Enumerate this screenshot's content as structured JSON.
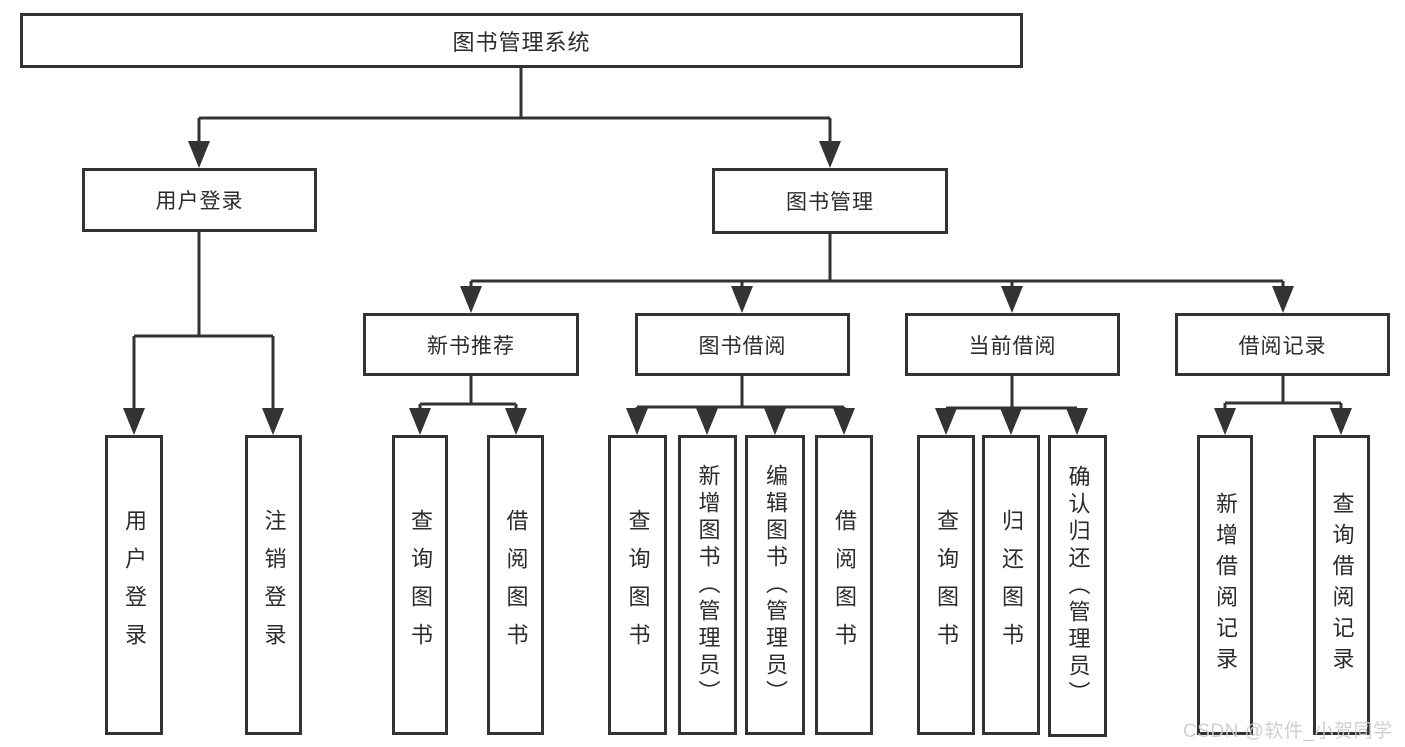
{
  "nodes": {
    "root": {
      "label": "图书管理系统"
    },
    "user_login": {
      "label": "用户登录"
    },
    "book_mgmt": {
      "label": "图书管理"
    },
    "new_book_rec": {
      "label": "新书推荐"
    },
    "book_borrow": {
      "label": "图书借阅"
    },
    "current_borrow": {
      "label": "当前借阅"
    },
    "borrow_record": {
      "label": "借阅记录"
    },
    "leaf_user_login": {
      "label": "用户登录"
    },
    "leaf_logout": {
      "label": "注销登录"
    },
    "leaf_query_book_1": {
      "label": "查询图书"
    },
    "leaf_borrow_book_1": {
      "label": "借阅图书"
    },
    "leaf_query_book_2": {
      "label": "查询图书"
    },
    "leaf_add_book": {
      "label": "新增图书（管理员）"
    },
    "leaf_edit_book": {
      "label": "编辑图书（管理员）"
    },
    "leaf_borrow_book_2": {
      "label": "借阅图书"
    },
    "leaf_query_book_3": {
      "label": "查询图书"
    },
    "leaf_return_book": {
      "label": "归还图书"
    },
    "leaf_confirm_return": {
      "label": "确认归还（管理员）"
    },
    "leaf_add_record": {
      "label": "新增借阅记录"
    },
    "leaf_query_record": {
      "label": "查询借阅记录"
    }
  },
  "hierarchy": {
    "图书管理系统": [
      "用户登录",
      "图书管理"
    ],
    "用户登录": [
      "用户登录",
      "注销登录"
    ],
    "图书管理": [
      "新书推荐",
      "图书借阅",
      "当前借阅",
      "借阅记录"
    ],
    "新书推荐": [
      "查询图书",
      "借阅图书"
    ],
    "图书借阅": [
      "查询图书",
      "新增图书（管理员）",
      "编辑图书（管理员）",
      "借阅图书"
    ],
    "当前借阅": [
      "查询图书",
      "归还图书",
      "确认归还（管理员）"
    ],
    "借阅记录": [
      "新增借阅记录",
      "查询借阅记录"
    ]
  },
  "watermark": {
    "text": "CSDN @软件_小贺同学"
  },
  "colors": {
    "line": "#333333",
    "text": "#2b2b2b",
    "background": "#ffffff",
    "watermark": "#cccccc"
  }
}
